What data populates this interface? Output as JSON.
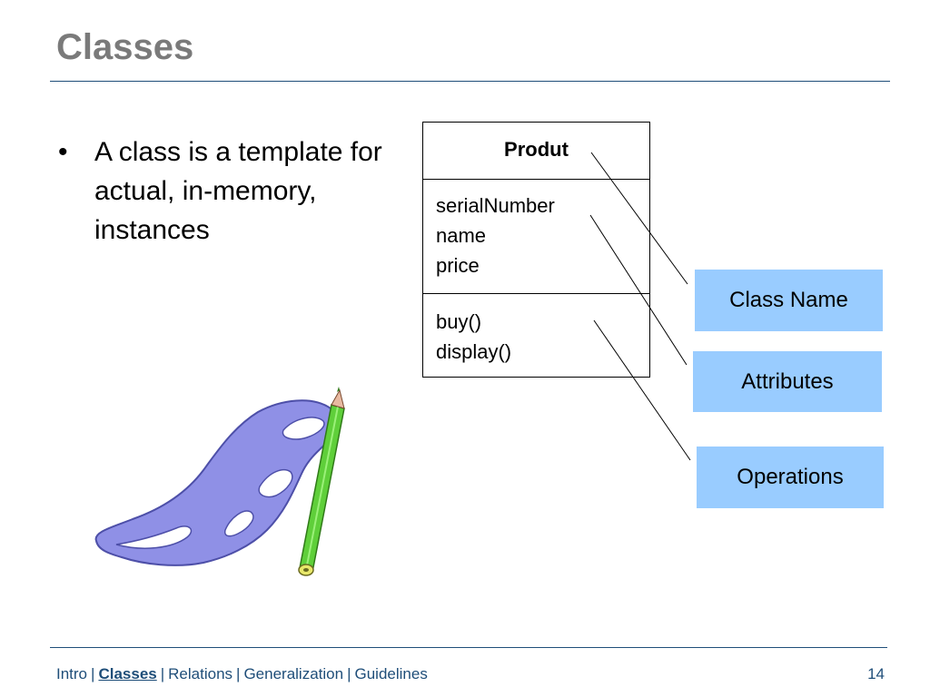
{
  "slide": {
    "title": "Classes",
    "bullets": [
      "A class is a template for actual, in-memory, instances"
    ],
    "page_number": "14"
  },
  "uml_class": {
    "name": "Produt",
    "attributes": [
      "serialNumber",
      "name",
      "price"
    ],
    "operations": [
      "buy()",
      "display()"
    ]
  },
  "callouts": {
    "class_name": "Class Name",
    "attributes": "Attributes",
    "operations": "Operations"
  },
  "footer": {
    "nav": [
      {
        "label": "Intro",
        "current": false
      },
      {
        "label": "Classes",
        "current": true
      },
      {
        "label": "Relations",
        "current": false
      },
      {
        "label": "Generalization",
        "current": false
      },
      {
        "label": "Guidelines",
        "current": false
      }
    ],
    "separator": "|"
  },
  "colors": {
    "title": "#7a7a7a",
    "accent": "#1f4e79",
    "callout_fill": "#99ccff"
  },
  "icons": [
    "french-curve-icon",
    "pencil-icon"
  ]
}
